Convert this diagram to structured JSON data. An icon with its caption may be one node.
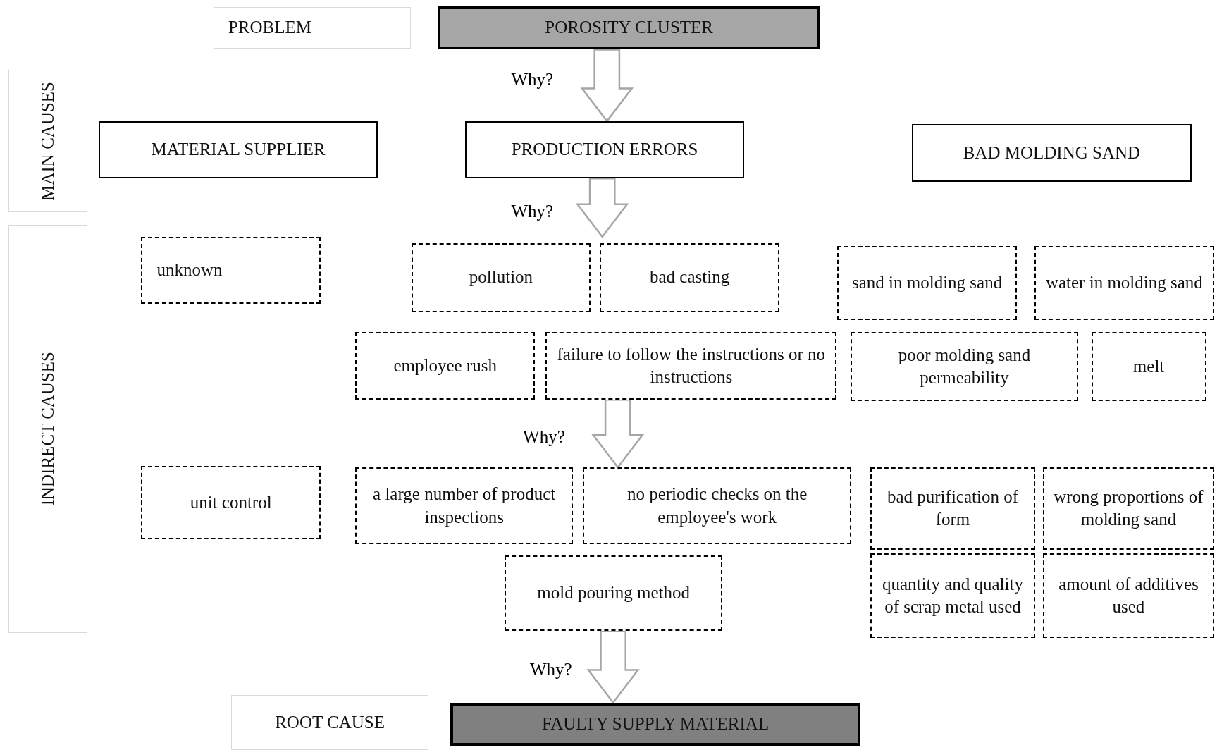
{
  "diagram": {
    "nodes": [
      {
        "text": [
          "PROBLEM"
        ]
      },
      {
        "text": [
          "POROSITY CLUSTER"
        ]
      },
      {
        "text": [
          "MAIN CAUSES"
        ]
      },
      {
        "text": [
          "MATERIAL SUPPLIER"
        ]
      },
      {
        "text": [
          "PRODUCTION ERRORS"
        ]
      },
      {
        "text": [
          "BAD MOLDING SAND"
        ]
      },
      {
        "text": [
          "INDIRECT CAUSES"
        ]
      },
      {
        "text": [
          "unknown"
        ]
      },
      {
        "text": [
          "pollution"
        ]
      },
      {
        "text": [
          "bad casting"
        ]
      },
      {
        "text": [
          "sand in molding sand"
        ]
      },
      {
        "text": [
          "water in molding sand"
        ]
      },
      {
        "text": [
          "employee rush"
        ]
      },
      {
        "text": [
          "failure to follow the instructions or no instructions"
        ]
      },
      {
        "text": [
          "poor molding sand permeability"
        ]
      },
      {
        "text": [
          "melt"
        ]
      },
      {
        "text": [
          "unit control"
        ]
      },
      {
        "text": [
          "a large number of product inspections"
        ]
      },
      {
        "text": [
          "no periodic checks on the employee's work"
        ]
      },
      {
        "text": [
          "bad purification of form"
        ]
      },
      {
        "text": [
          "wrong proportions of molding sand"
        ]
      },
      {
        "text": [
          "mold pouring method"
        ]
      },
      {
        "text": [
          "quantity and quality of scrap metal used"
        ]
      },
      {
        "text": [
          "amount of additives used"
        ]
      },
      {
        "text": [
          "ROOT CAUSE"
        ]
      },
      {
        "text": [
          "FAULTY SUPPLY MATERIAL"
        ]
      }
    ],
    "edges": [
      {
        "from": 1,
        "to": 4,
        "arrow": "to",
        "label": "Why?"
      },
      {
        "from": 4,
        "to": null,
        "arrow": "to",
        "label": "Why?"
      },
      {
        "from": 13,
        "to": 18,
        "arrow": "to",
        "label": "Why?"
      },
      {
        "from": 21,
        "to": 25,
        "arrow": "to",
        "label": "Why?"
      }
    ]
  }
}
